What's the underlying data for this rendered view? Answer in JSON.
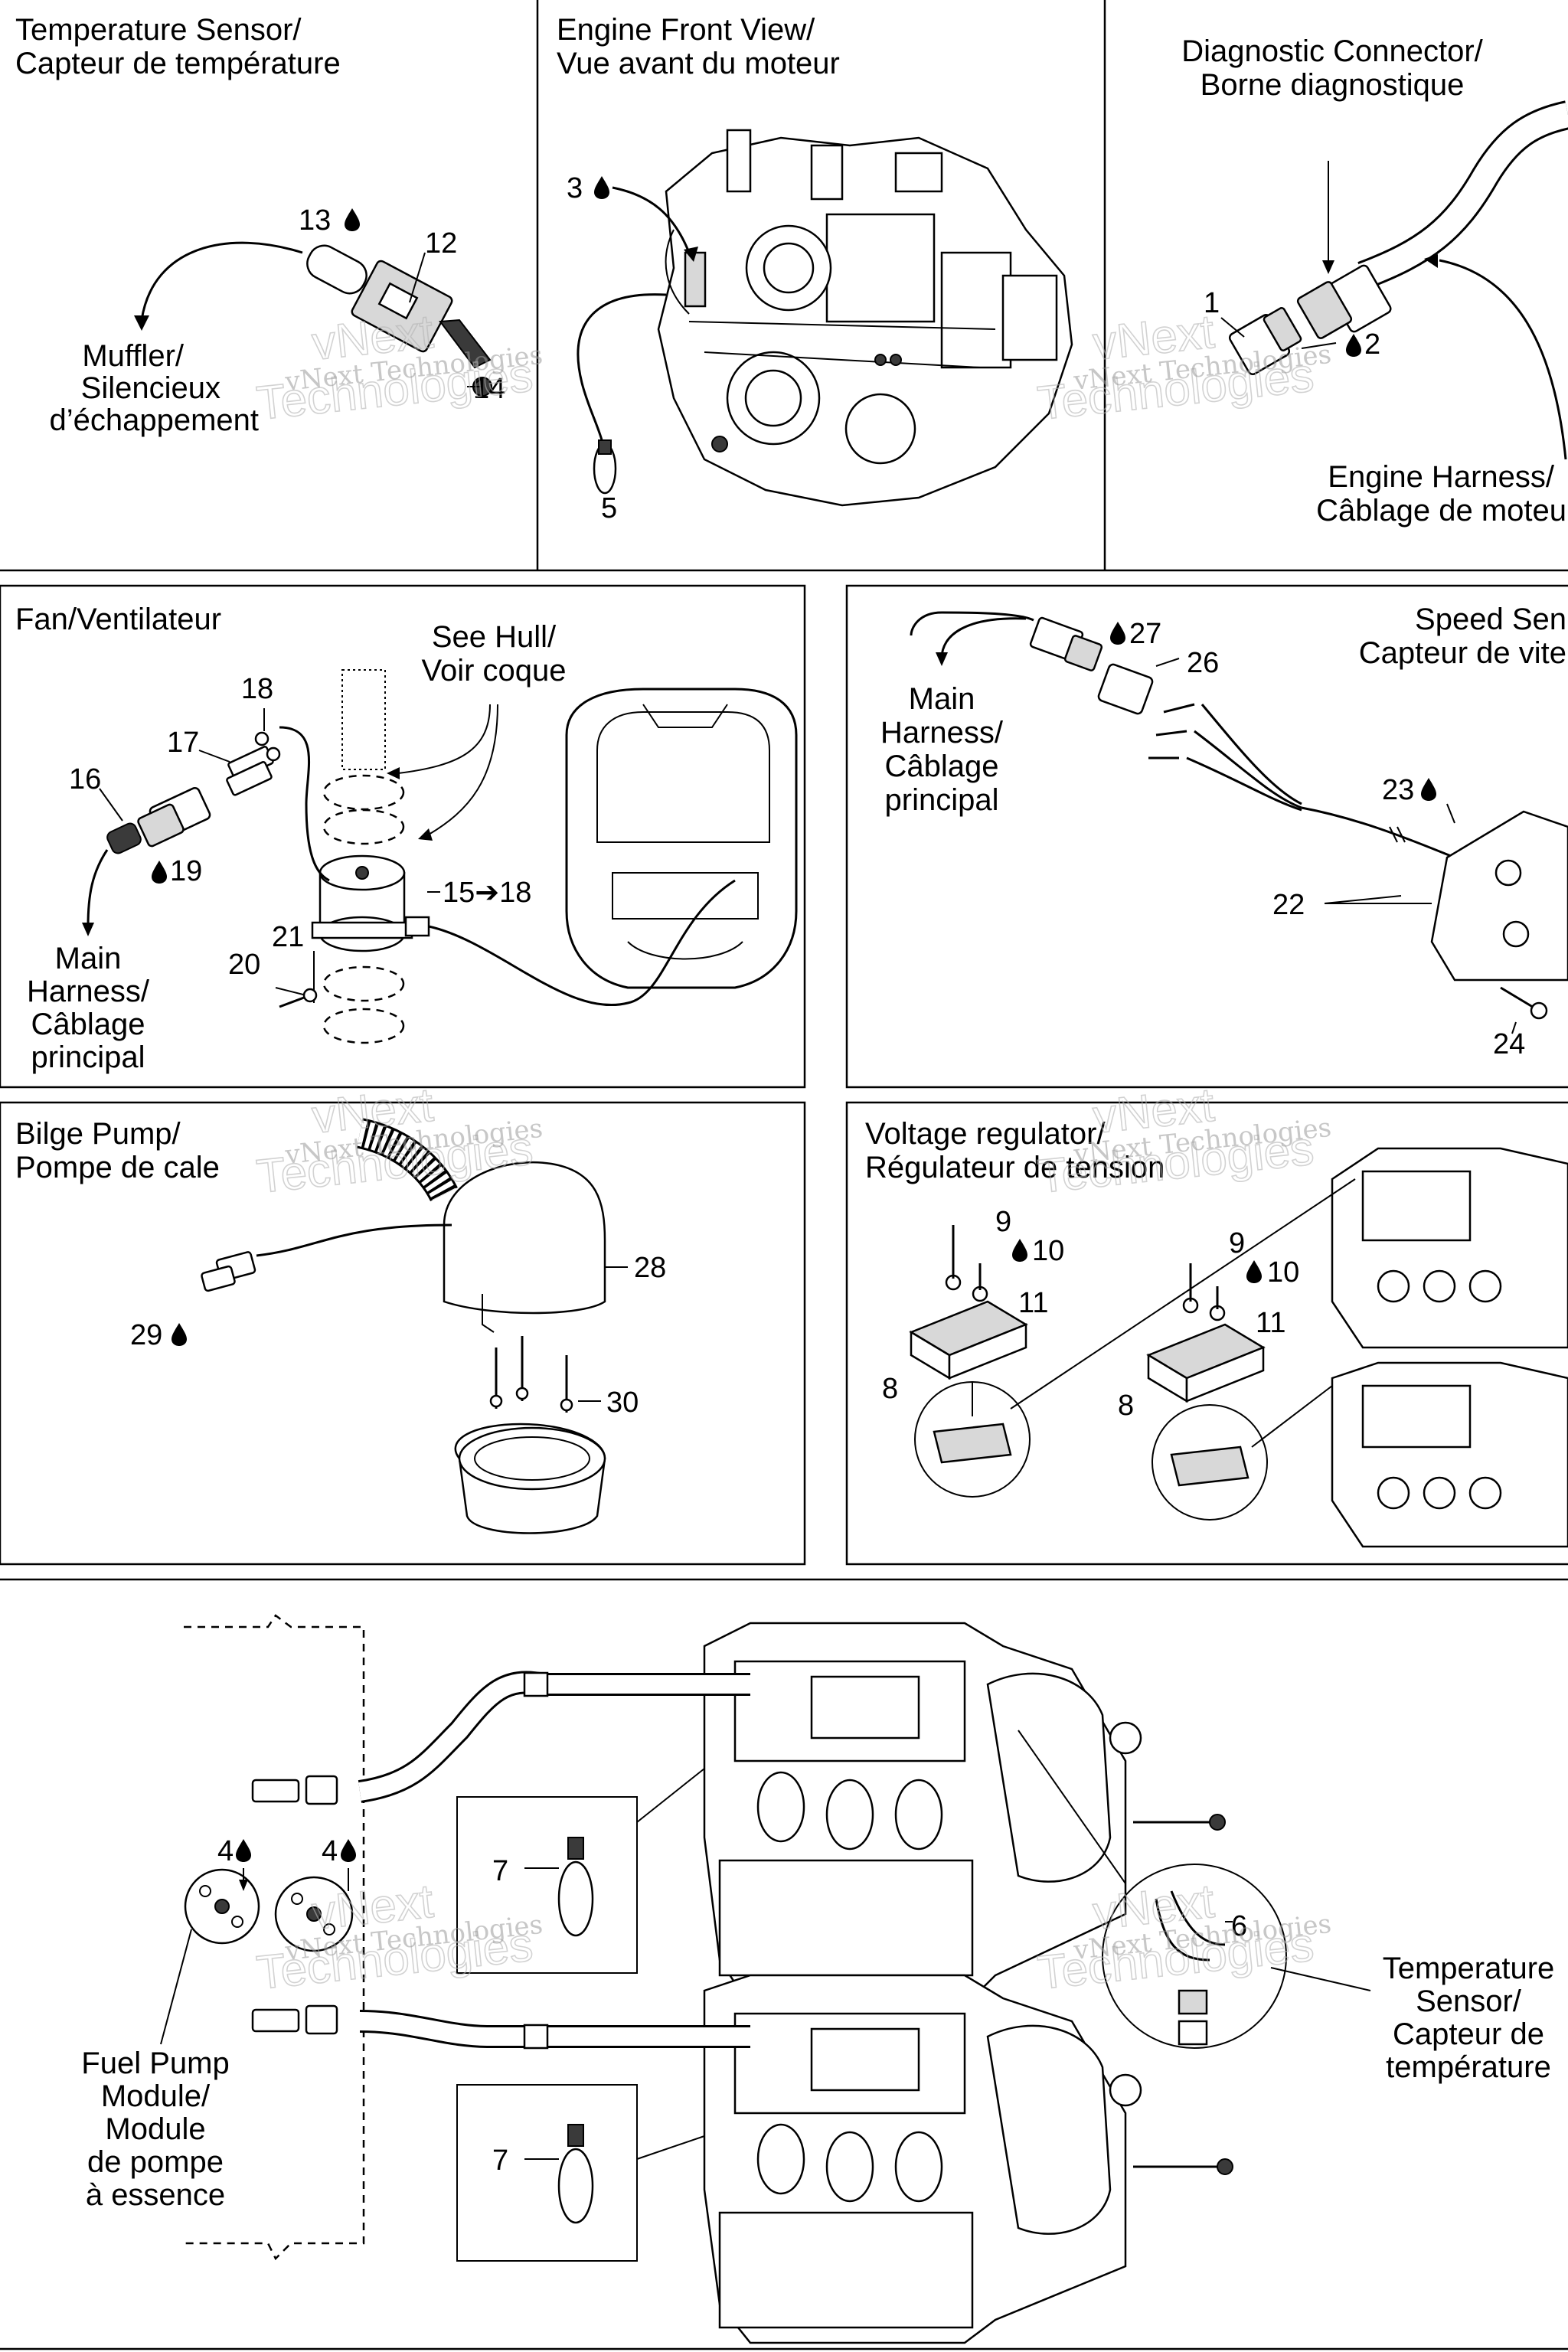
{
  "panels": {
    "temp_sensor": {
      "title_1": "Temperature Sensor/",
      "title_2": "Capteur de température",
      "muffler_1": "Muffler/",
      "muffler_2": "Silencieux",
      "muffler_3": "d’échappement",
      "n13": "13",
      "n12": "12",
      "n14": "14"
    },
    "engine_front": {
      "title_1": "Engine Front View/",
      "title_2": "Vue avant du moteur",
      "n3": "3",
      "n5": "5"
    },
    "diag": {
      "title_1": "Diagnostic Connector/",
      "title_2": "Borne diagnostique",
      "n1": "1",
      "n2": "2",
      "harness_1": "Engine Harness/",
      "harness_2": "Câblage de moteu"
    },
    "fan": {
      "title": "Fan/Ventilateur",
      "hull_1": "See Hull/",
      "hull_2": "Voir coque",
      "n18": "18",
      "n17": "17",
      "n16": "16",
      "n19": "19",
      "n15": "15➔18",
      "n21": "21",
      "n20": "20",
      "main_1": "Main",
      "main_2": "Harness/",
      "main_3": "Câblage",
      "main_4": "principal"
    },
    "speed": {
      "title_1": "Speed Sen",
      "title_2": "Capteur de vite",
      "n27": "27",
      "n26": "26",
      "n23": "23",
      "n22": "22",
      "n24": "24",
      "main_1": "Main",
      "main_2": "Harness/",
      "main_3": "Câblage",
      "main_4": "principal"
    },
    "bilge": {
      "title_1": "Bilge Pump/",
      "title_2": "Pompe de cale",
      "n28": "28",
      "n29": "29",
      "n30": "30"
    },
    "voltage": {
      "title_1": "Voltage regulator/",
      "title_2": "Régulateur de tension",
      "n9a": "9",
      "n10a": "10",
      "n11a": "11",
      "n8a": "8",
      "n9b": "9",
      "n10b": "10",
      "n11b": "11",
      "n8b": "8"
    },
    "bottom": {
      "n4a": "4",
      "n4b": "4",
      "n7a": "7",
      "n7b": "7",
      "n6": "6",
      "fuel_1": "Fuel Pump",
      "fuel_2": "Module/",
      "fuel_3": "Module",
      "fuel_4": "de pompe",
      "fuel_5": "à essence",
      "temp_1": "Temperature",
      "temp_2": "Sensor/",
      "temp_3": "Capteur de",
      "temp_4": "température"
    }
  },
  "watermark": {
    "line_1": "vNext Technologies",
    "line_2": "Technologies",
    "line_3": "vNext"
  }
}
